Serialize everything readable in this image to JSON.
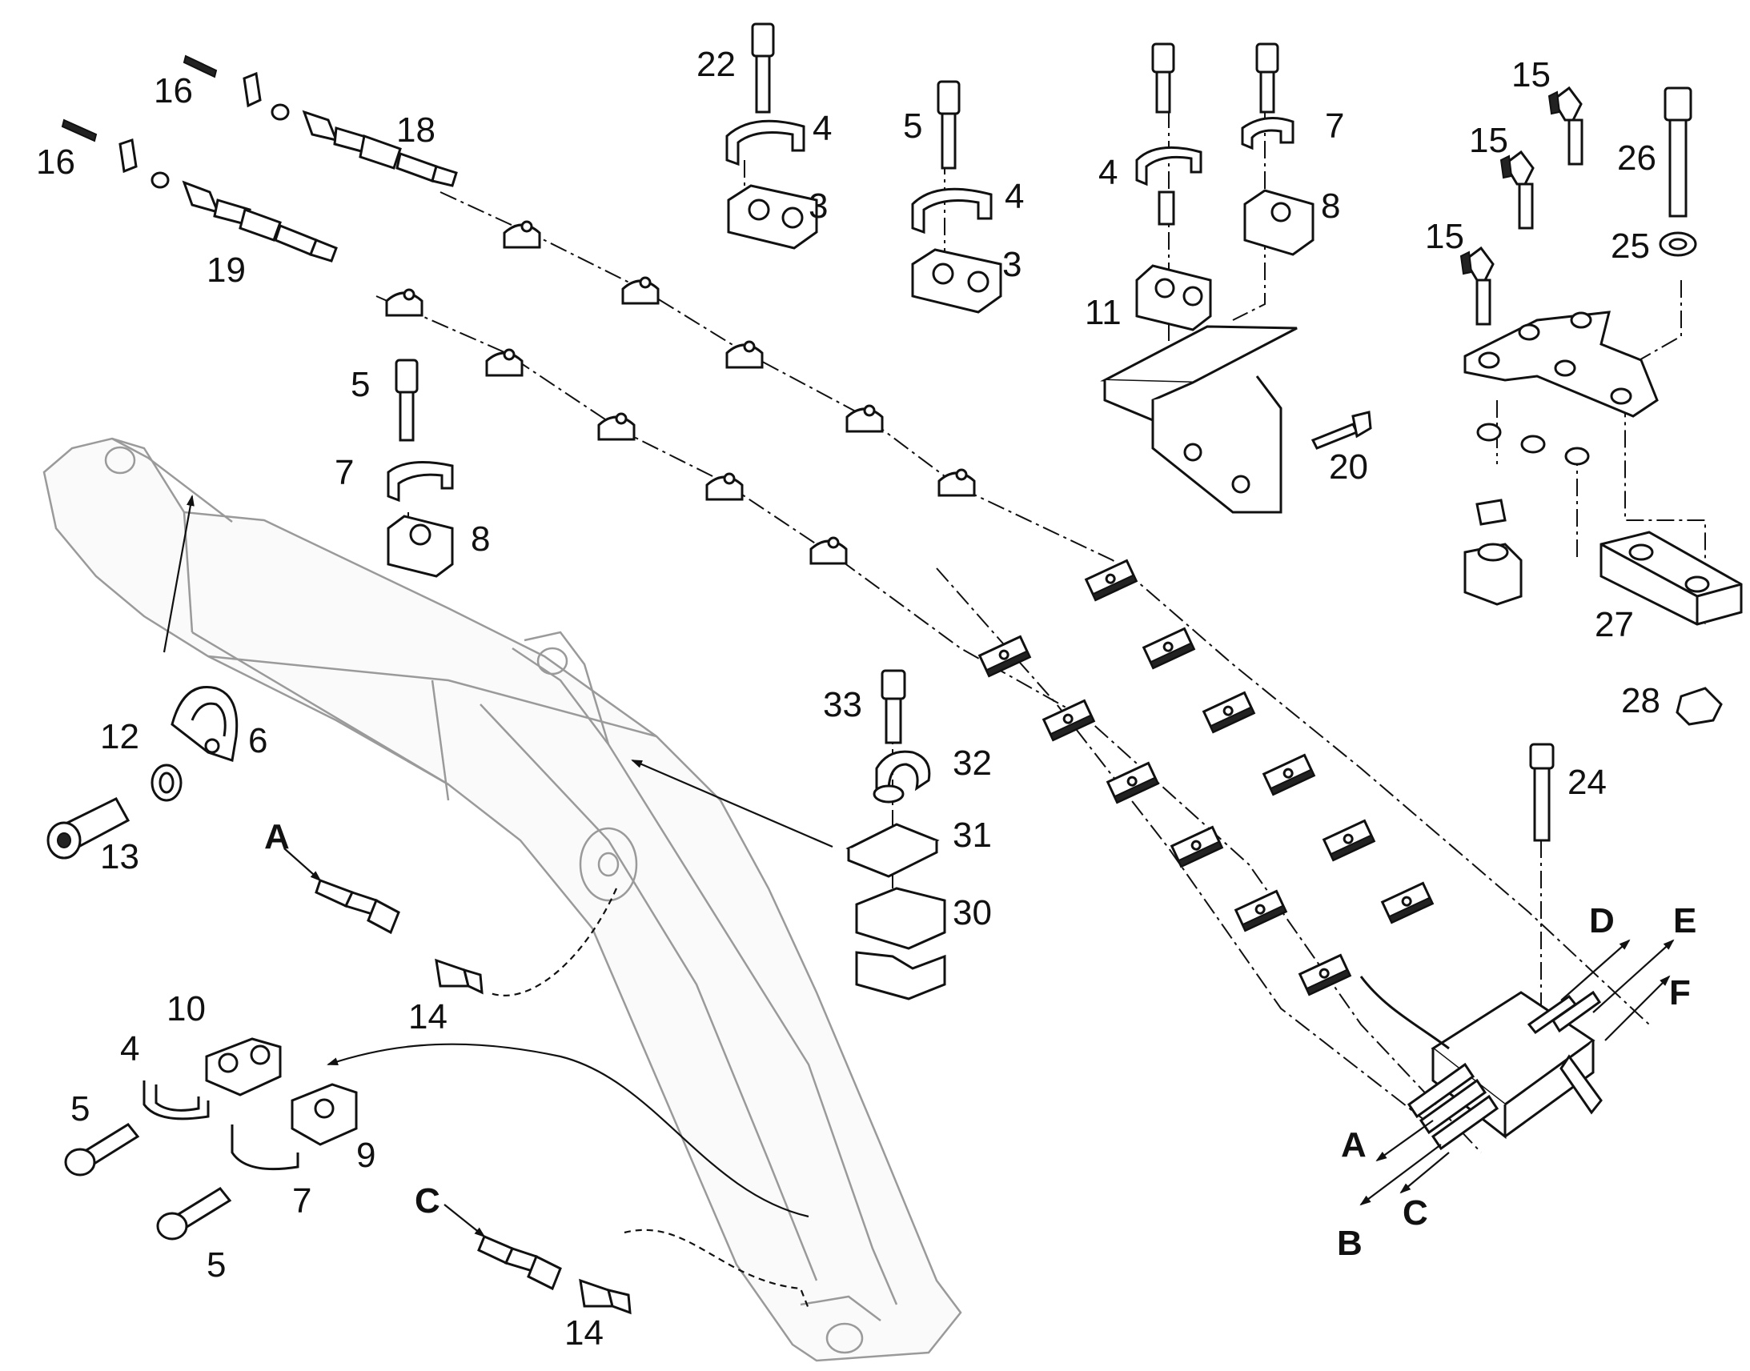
{
  "colors": {
    "line": "#111111",
    "ghost_outline": "#9a9a9a",
    "background": "#ffffff"
  },
  "labels": {
    "p16a": "16",
    "p18": "18",
    "p16b": "16",
    "p19": "19",
    "p22": "22",
    "p4a": "4",
    "p3a": "3",
    "p5a": "5",
    "p4b": "4",
    "p3b": "3",
    "p4c": "4",
    "p11": "11",
    "p7a": "7",
    "p8a": "8",
    "p20": "20",
    "p15a": "15",
    "p15b": "15",
    "p15c": "15",
    "p26": "26",
    "p25": "25",
    "p27": "27",
    "p28": "28",
    "p5b": "5",
    "p7b": "7",
    "p8b": "8",
    "p12": "12",
    "p6": "6",
    "p13": "13",
    "pA1": "A",
    "p14a": "14",
    "p33": "33",
    "p32": "32",
    "p31": "31",
    "p30": "30",
    "p24": "24",
    "p10": "10",
    "p4d": "4",
    "p5c": "5",
    "p9": "9",
    "p7c": "7",
    "p5d": "5",
    "pC1": "C",
    "p14b": "14",
    "pD": "D",
    "pE": "E",
    "pF": "F",
    "pA2": "A",
    "pB": "B",
    "pC2": "C"
  }
}
